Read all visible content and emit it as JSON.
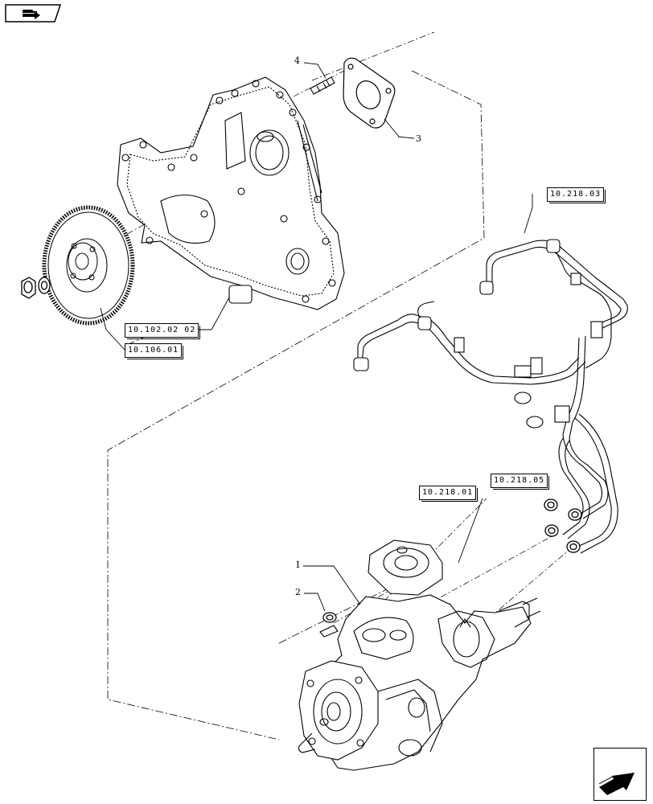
{
  "callouts": {
    "c1": "1",
    "c2": "2",
    "c3": "3",
    "c4": "4"
  },
  "references": {
    "ref_10_218_03": "10.218.03",
    "ref_10_102_02_02": "10.102.02 02",
    "ref_10_106_01": "10.106.01",
    "ref_10_218_05": "10.218.05",
    "ref_10_218_01": "10.218.01"
  },
  "icons": {
    "top_left": "folder-nav-icon",
    "bottom_right": "next-page-arrow-icon"
  },
  "colors": {
    "line": "#000000",
    "background": "#ffffff"
  }
}
